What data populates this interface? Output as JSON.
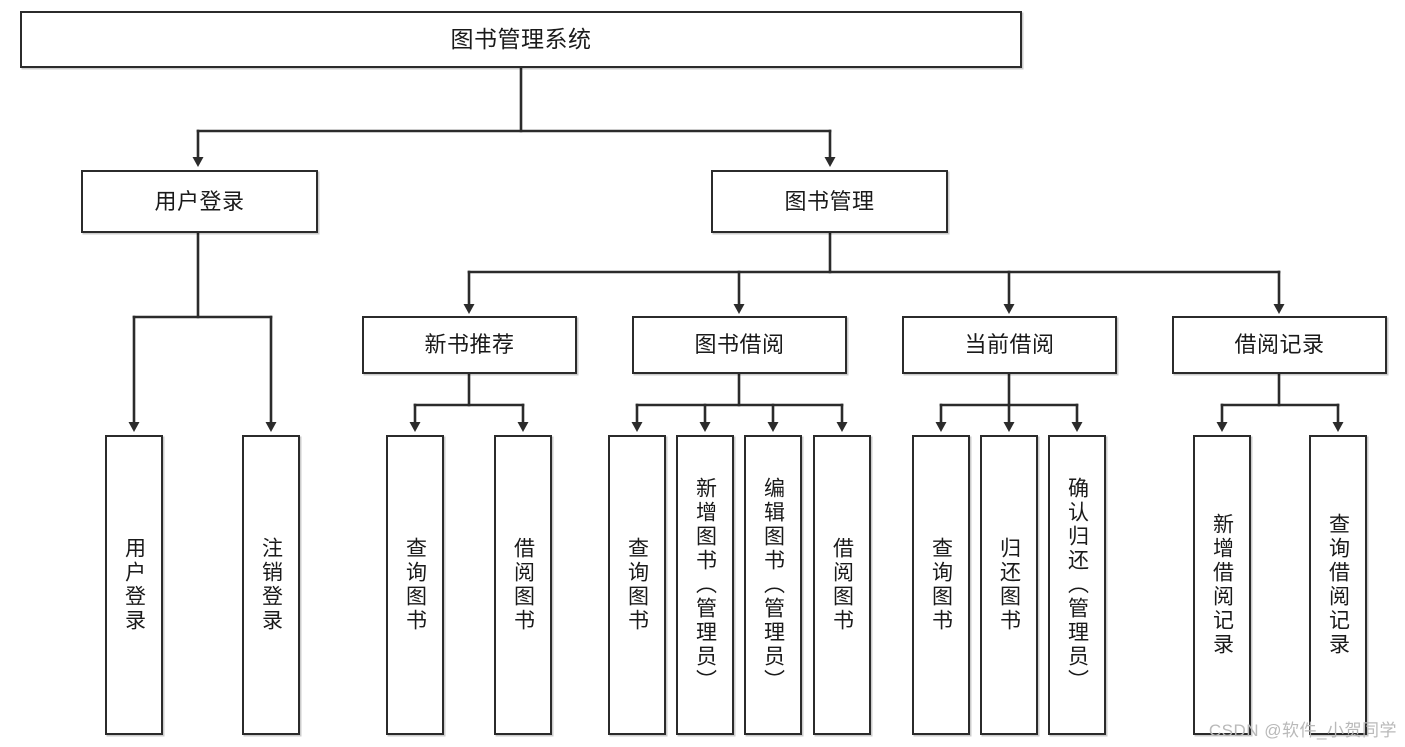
{
  "diagram": {
    "title": "图书管理系统",
    "type": "tree-hierarchy",
    "nodes": {
      "root": {
        "label": "图书管理系统"
      },
      "level2": [
        {
          "id": "user-login",
          "label": "用户登录"
        },
        {
          "id": "book-manage",
          "label": "图书管理"
        }
      ],
      "level3": [
        {
          "id": "new-book-rec",
          "label": "新书推荐"
        },
        {
          "id": "book-borrow",
          "label": "图书借阅"
        },
        {
          "id": "current-borrow",
          "label": "当前借阅"
        },
        {
          "id": "borrow-record",
          "label": "借阅记录"
        }
      ],
      "leaves": [
        {
          "id": "leaf-user-login",
          "label": "用户登录"
        },
        {
          "id": "leaf-logout-login",
          "label": "注销登录"
        },
        {
          "id": "leaf-query-book-1",
          "label": "查询图书"
        },
        {
          "id": "leaf-borrow-book-1",
          "label": "借阅图书"
        },
        {
          "id": "leaf-query-book-2",
          "label": "查询图书"
        },
        {
          "id": "leaf-add-book",
          "label": "新增图书（管理员）"
        },
        {
          "id": "leaf-edit-book",
          "label": "编辑图书（管理员）"
        },
        {
          "id": "leaf-borrow-book-2",
          "label": "借阅图书"
        },
        {
          "id": "leaf-query-book-3",
          "label": "查询图书"
        },
        {
          "id": "leaf-return-book",
          "label": "归还图书"
        },
        {
          "id": "leaf-confirm-return",
          "label": "确认归还（管理员）"
        },
        {
          "id": "leaf-add-record",
          "label": "新增借阅记录"
        },
        {
          "id": "leaf-query-record",
          "label": "查询借阅记录"
        }
      ]
    },
    "colors": {
      "stroke": "#2b2b2b",
      "fill": "#ffffff",
      "text": "#1a1a1a",
      "watermark": "#b9b9b9"
    }
  },
  "watermark": {
    "text": "CSDN @软件_小贺同学"
  }
}
